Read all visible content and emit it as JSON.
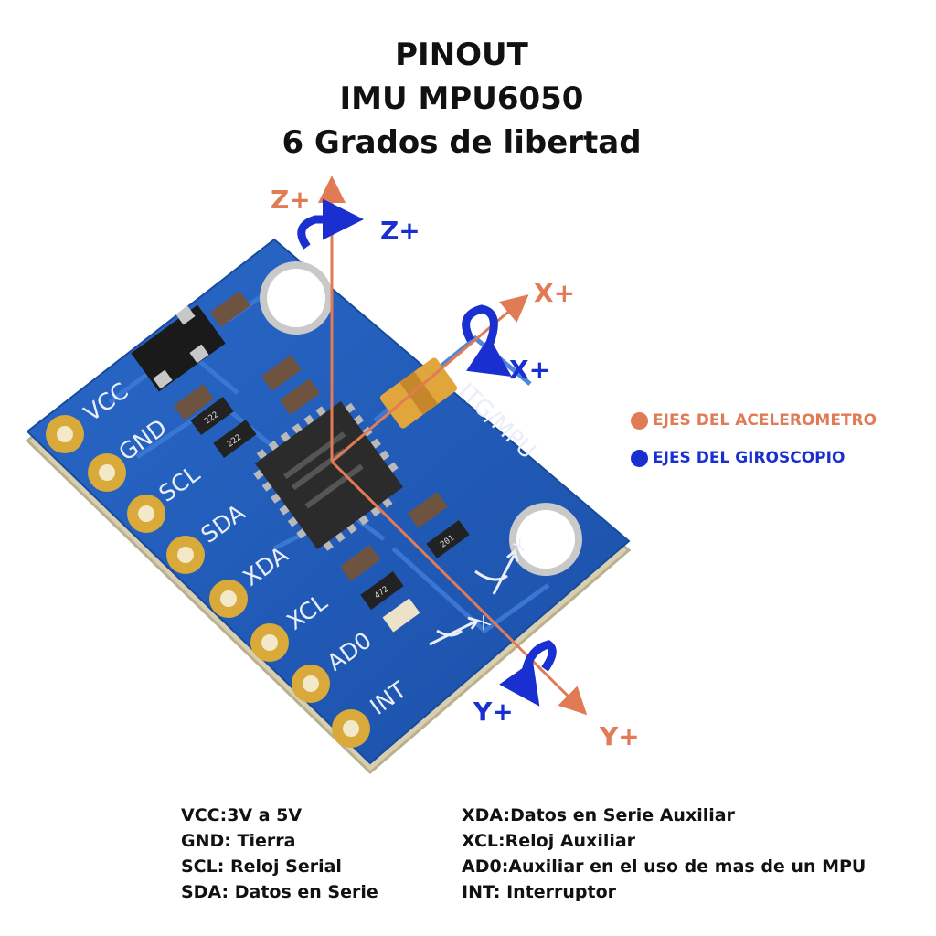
{
  "title": {
    "line1": "PINOUT",
    "line2": "IMU MPU6050",
    "line3": "6 Grados de libertad"
  },
  "axes": {
    "accel_z": "Z+",
    "gyro_z": "Z+",
    "accel_x": "X+",
    "gyro_x": "X+",
    "accel_y": "Y+",
    "gyro_y": "Y+"
  },
  "legend": {
    "accelerometer": "EJES DEL ACELEROMETRO",
    "gyroscope": "EJES DEL GIROSCOPIO",
    "accel_color": "#e07b55",
    "gyro_color": "#1a2fd0"
  },
  "board": {
    "silkscreen": "ITG/MPU",
    "pins": [
      "VCC",
      "GND",
      "SCL",
      "SDA",
      "XDA",
      "XCL",
      "AD0",
      "INT"
    ],
    "resistor_codes": [
      "222",
      "222",
      "201",
      "472"
    ],
    "compass": {
      "y": "Y",
      "x": "X"
    },
    "board_color": "#1f5ab8"
  },
  "descriptions": {
    "left": [
      "VCC:3V a 5V",
      "GND: Tierra",
      "SCL: Reloj Serial",
      "SDA: Datos en Serie"
    ],
    "right": [
      "XDA:Datos en Serie Auxiliar",
      "XCL:Reloj Auxiliar",
      "AD0:Auxiliar en el uso de mas de un MPU",
      "INT: Interruptor"
    ]
  }
}
